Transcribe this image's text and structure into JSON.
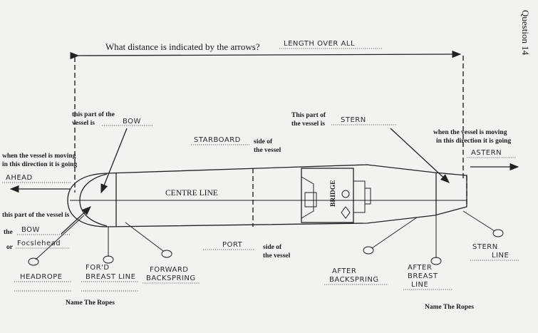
{
  "header": {
    "question_number": "Question 14"
  },
  "prompt": {
    "text": "What distance is indicated by the arrows?",
    "answer": "LENGTH OVER ALL"
  },
  "labels": {
    "bow_top_l1": "this part of the",
    "bow_top_l2": "vessel is",
    "bow_top_answer": "BOW",
    "stern_top_l1": "This part of",
    "stern_top_l2": "the vessel is",
    "stern_top_answer": "STERN",
    "starboard_answer": "STARBOARD",
    "starboard_l1": "side of",
    "starboard_l2": "the vessel",
    "port_answer": "PORT",
    "port_l1": "side of",
    "port_l2": "the vessel",
    "ahead_l1": "when the vessel is moving",
    "ahead_l2": "in this direction it  is going",
    "ahead_answer": "AHEAD",
    "astern_l1": "when the vessel is moving",
    "astern_l2": "in this direction it  is going",
    "astern_answer": "ASTERN",
    "bow_low_l1": "this part of the vessel is",
    "bow_low_the": "the",
    "bow_low_answer": "BOW",
    "bow_low_or": "or",
    "bow_low_alt": "Focslehead",
    "centreline": "CENTRE LINE",
    "bridge": "BRIDGE",
    "rope_head": "HEADROPE",
    "rope_fwd_breast_1": "FOR'D",
    "rope_fwd_breast_2": "BREAST LINE",
    "rope_fwd_spring_1": "FORWARD",
    "rope_fwd_spring_2": "BACKSPRING",
    "rope_aft_spring_1": "AFTER",
    "rope_aft_spring_2": "BACKSPRING",
    "rope_aft_breast_1": "AFTER",
    "rope_aft_breast_2": "BREAST",
    "rope_aft_breast_3": "LINE",
    "rope_stern_1": "STERN",
    "rope_stern_2": "LINE",
    "name_ropes_left": "Name The Ropes",
    "name_ropes_right": "Name The Ropes"
  }
}
